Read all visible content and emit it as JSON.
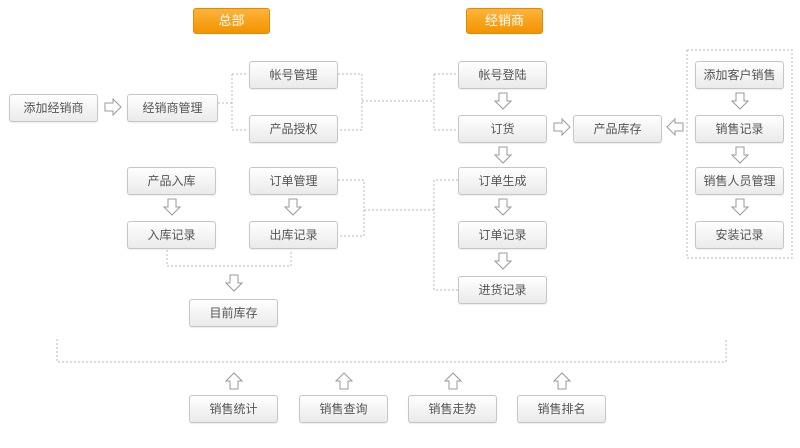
{
  "headers": {
    "hq": "总部",
    "dealer": "经销商"
  },
  "hq": {
    "add_dealer": "添加经销商",
    "dealer_mgmt": "经销商管理",
    "account_mgmt": "帐号管理",
    "product_auth": "产品授权",
    "product_in": "产品入库",
    "in_record": "入库记录",
    "order_mgmt": "订单管理",
    "out_record": "出库记录",
    "current_stock": "目前库存"
  },
  "dealer": {
    "account_login": "帐号登陆",
    "order": "订货",
    "order_create": "订单生成",
    "order_record": "订单记录",
    "purchase_record": "进货记录",
    "product_stock": "产品库存",
    "add_customer_sale": "添加客户销售",
    "sales_record": "销售记录",
    "sales_staff_mgmt": "销售人员管理",
    "install_record": "安装记录"
  },
  "bottom": {
    "sales_stats": "销售统计",
    "sales_query": "销售查询",
    "sales_trend": "销售走势",
    "sales_rank": "销售排名"
  }
}
